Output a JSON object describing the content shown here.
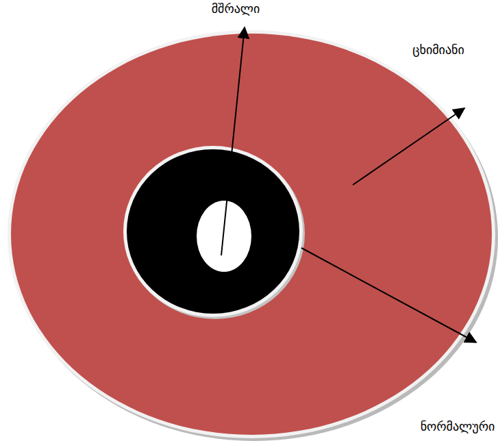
{
  "diagram": {
    "labels": [
      "მშრალი",
      "ცხიმიანი",
      "ნორმალური"
    ]
  }
}
